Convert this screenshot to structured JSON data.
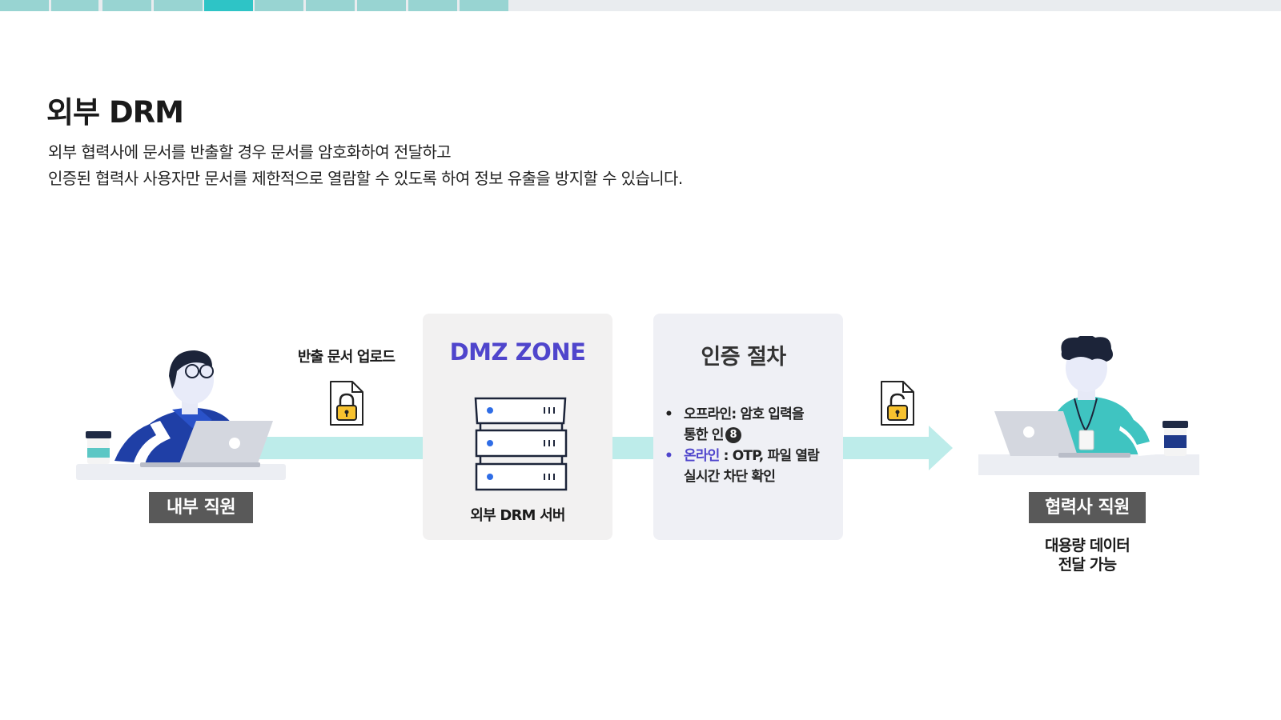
{
  "progress": {
    "total_segments": 10,
    "active_index": 4,
    "colors": {
      "track": "#e9ecef",
      "segment": "#98d4d2",
      "active": "#2ec4c6"
    }
  },
  "title": "외부 DRM",
  "description": [
    "외부 협력사에 문서를 반출할 경우 문서를 암호화하여 전달하고",
    "인증된 협력사 사용자만 문서를 제한적으로 열람할 수 있도록 하여 정보 유출을 방지할 수 있습니다."
  ],
  "left_actor": {
    "label": "내부 직원",
    "upload_label": "반출 문서 업로드",
    "icon": "locked-document-icon"
  },
  "dmz": {
    "title": "DMZ ZONE",
    "caption": "외부 DRM 서버",
    "icon": "server-rack-icon",
    "title_color": "#4f45cc"
  },
  "auth": {
    "title": "인증 절차",
    "items": [
      {
        "bullet": "•",
        "key": "오프라인",
        "text": ": 암호 입력을",
        "text2": "통한 인",
        "marker": "8"
      },
      {
        "bullet": "•",
        "key": "온라인",
        "text": " : OTP, 파일 열람",
        "text2": "실시간 차단 확인"
      }
    ]
  },
  "right_actor": {
    "label": "협력사 직원",
    "note_line1": "대용량 데이터",
    "note_line2": "전달 가능",
    "icon": "unlocked-document-icon"
  },
  "colors": {
    "flow": "#bdecea",
    "accent": "#4f45cc",
    "tag_bg": "#595959",
    "lock_yellow": "#f7c22f"
  }
}
